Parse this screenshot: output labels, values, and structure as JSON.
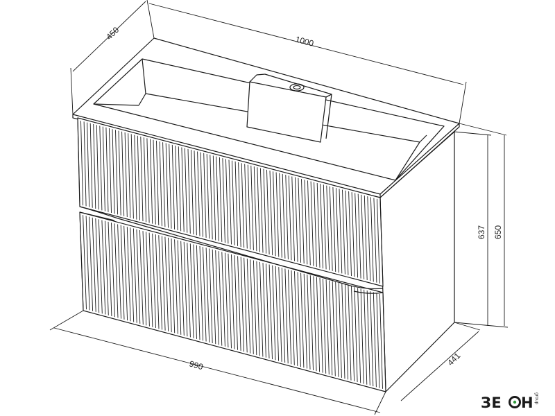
{
  "dimensions": {
    "depth_top": "450",
    "width_top": "1000",
    "height_inner": "637",
    "height_outer": "650",
    "width_bottom": "990",
    "depth_bottom": "441"
  },
  "brand": {
    "name": "ЗЕОН",
    "suffix": "group",
    "accent": "#2e9a3a"
  }
}
